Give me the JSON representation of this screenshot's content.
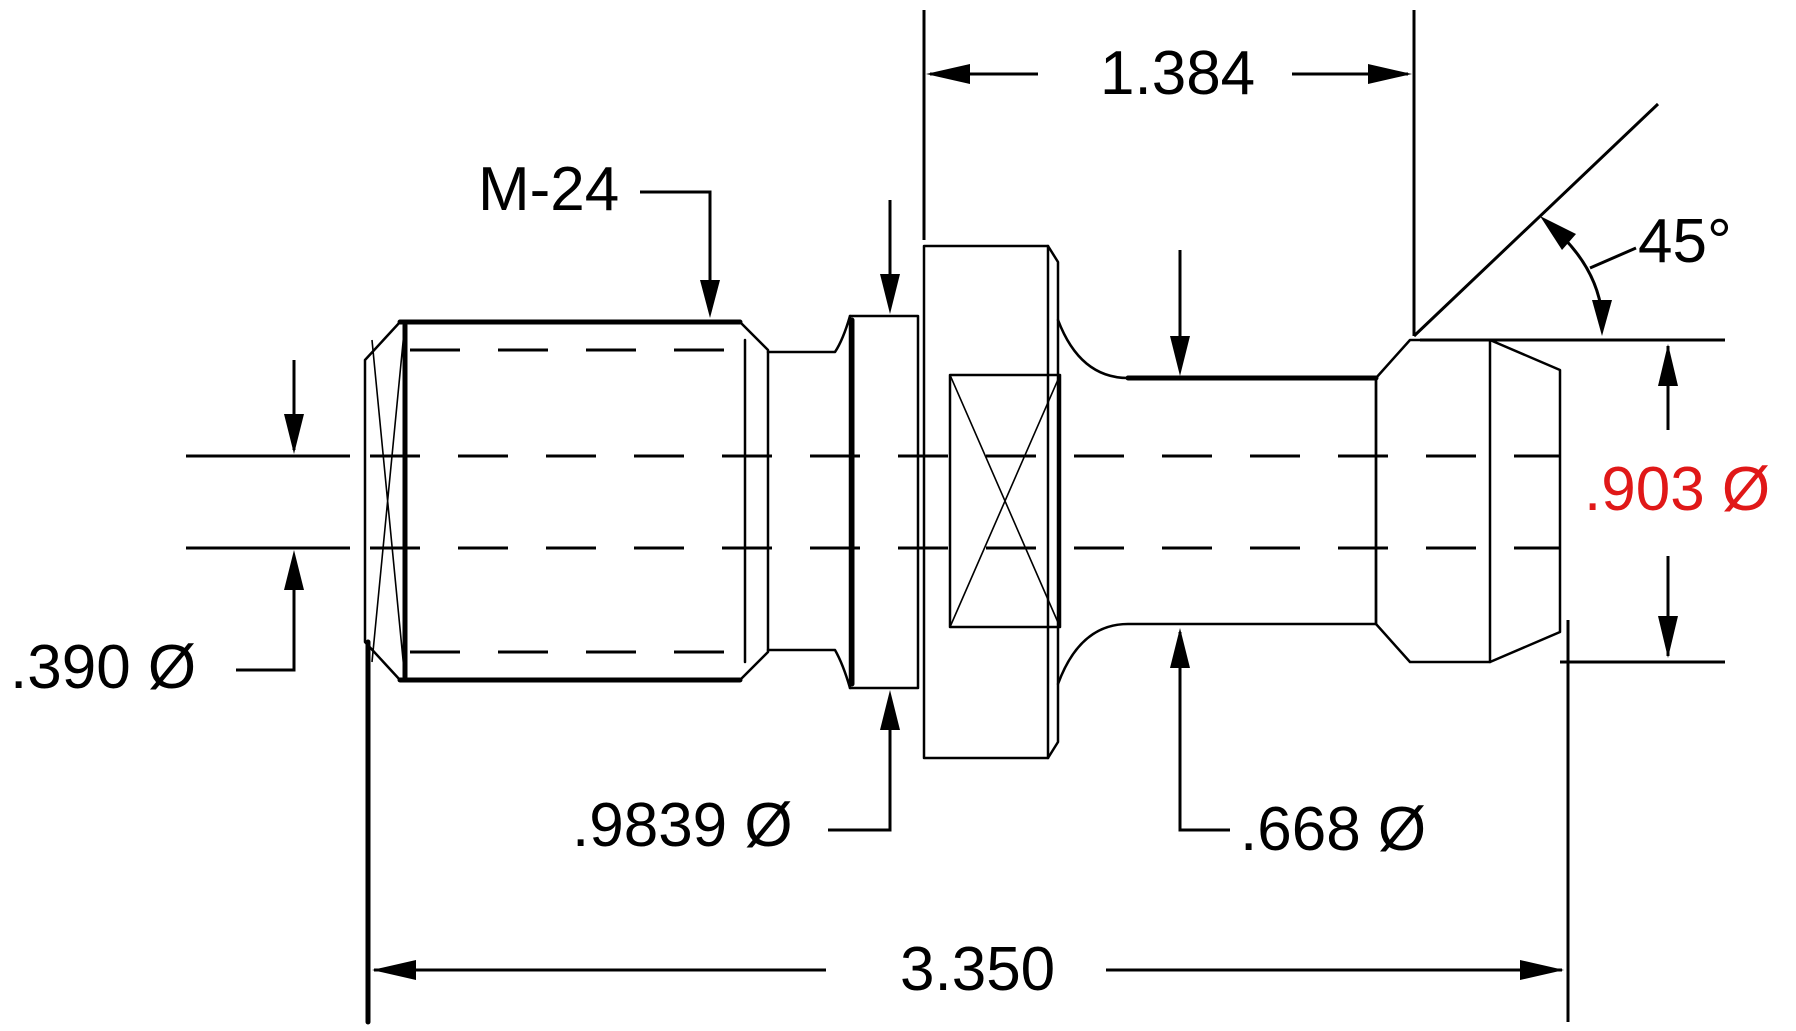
{
  "drawing": {
    "labels": {
      "thread": "M-24",
      "flange_to_end": "1.384",
      "angle": "45°",
      "tip_diameter": ".903 Ø",
      "bore_diameter": ".390 Ø",
      "collar_diameter": ".9839 Ø",
      "neck_diameter": ".668 Ø",
      "overall_length": "3.350"
    },
    "colors": {
      "line": "#000000",
      "highlight": "#e01818",
      "background": "#ffffff"
    }
  }
}
